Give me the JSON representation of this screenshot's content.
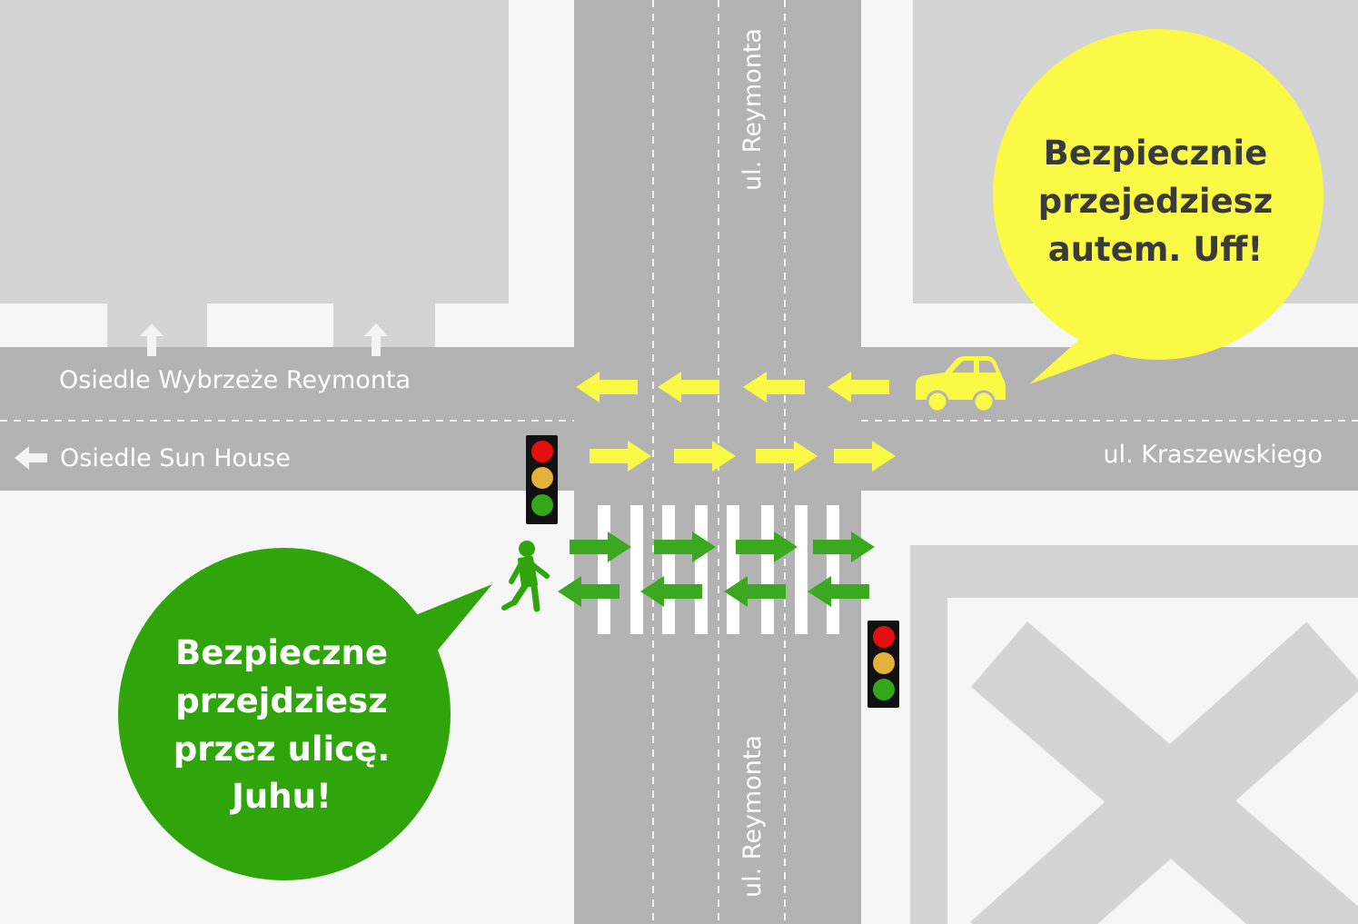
{
  "streets": {
    "vertical_name": "ul. Reymonta",
    "horizontal_name": "ul. Kraszewskiego"
  },
  "destinations": {
    "top_left": "Osiedle Wybrzeże Reymonta",
    "bottom_left": "Osiedle Sun House"
  },
  "bubbles": {
    "car": {
      "lines": [
        "Bezpiecznie",
        "przejedziesz",
        "autem. Uff!"
      ]
    },
    "pedestrian": {
      "lines": [
        "Bezpieczne",
        "przejdziesz",
        "przez ulicę.",
        "Juhu!"
      ]
    }
  },
  "colors": {
    "background": "#f6f6f6",
    "building": "#d4d4d4",
    "road": "#b3b3b3",
    "lane_marking": "#f4f4f4",
    "car_yellow": "#fafa46",
    "bubble_text_dark": "#3a3a3a",
    "pedestrian_green": "#2fa50b",
    "signal_green_arrow": "#3aa91f",
    "signal_red": "#e60f0f",
    "signal_amber": "#e3b23b",
    "signal_green": "#33a61a",
    "signal_housing": "#111111"
  },
  "icons": {
    "car": "car-icon",
    "pedestrian": "pedestrian-icon",
    "traffic_light": "traffic-light-icon",
    "arrow": "arrow-icon"
  }
}
